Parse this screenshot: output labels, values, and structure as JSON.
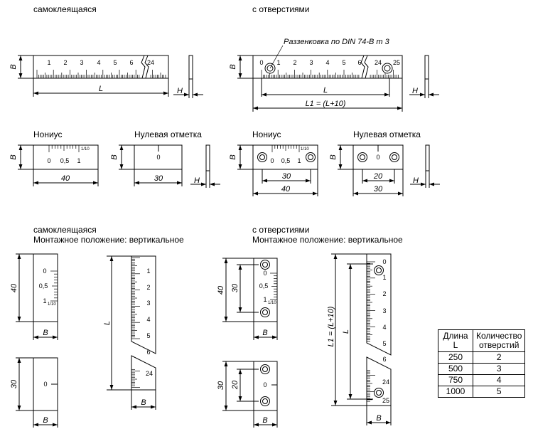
{
  "labels": {
    "self_adhesive": "самоклеящаяся",
    "with_holes": "с отверстиями",
    "countersink": "Раззенковка по DIN 74-B m 3",
    "vernier": "Нониус",
    "zero_mark": "Нулевая отметка",
    "mounting_vertical": "Монтажное положение: вертикальное"
  },
  "dims": {
    "B": "B",
    "H": "H",
    "L": "L",
    "L1": "L1 = (L+10)",
    "d40": "40",
    "d30": "30",
    "d20": "20"
  },
  "scale": {
    "n0": "0",
    "n1": "1",
    "n2": "2",
    "n3": "3",
    "n4": "4",
    "n5": "5",
    "n6": "6",
    "n24": "24",
    "n25": "25",
    "v05": "0,5",
    "v110": "1/10"
  },
  "table": {
    "col1": "Длина L",
    "col2": "Количество отверстий",
    "rows": [
      {
        "length": "250",
        "holes": "2"
      },
      {
        "length": "500",
        "holes": "3"
      },
      {
        "length": "750",
        "holes": "4"
      },
      {
        "length": "1000",
        "holes": "5"
      }
    ]
  }
}
